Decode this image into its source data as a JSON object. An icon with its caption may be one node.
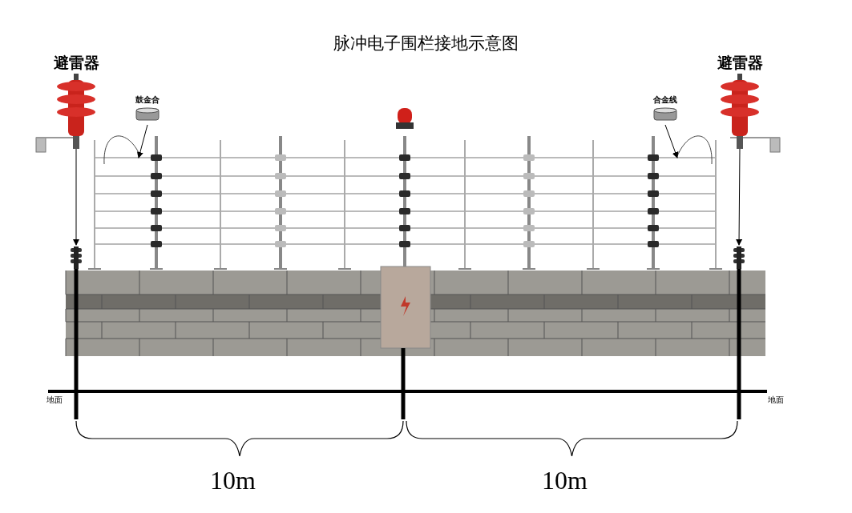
{
  "diagram": {
    "title": "脉冲电子围栏接地示意图",
    "nodes": [
      {
        "text": [
          "避雷器"
        ]
      },
      {
        "text": [
          "鼓金合"
        ]
      },
      {
        "text": [
          "合金线"
        ]
      },
      {
        "text": [
          "避雷器"
        ]
      },
      {
        "text": [],
        "shape": "picture"
      },
      {
        "text": [],
        "shape": "picture"
      }
    ],
    "edges": [
      {
        "from": 0,
        "to": 4,
        "arrow": "to"
      },
      {
        "from": 1,
        "to": null,
        "arrow": "to"
      },
      {
        "from": 2,
        "to": null,
        "arrow": "to"
      },
      {
        "from": 3,
        "to": 5,
        "arrow": "to"
      }
    ],
    "labels": [
      "地面",
      "地面",
      "10m",
      "10m"
    ]
  }
}
